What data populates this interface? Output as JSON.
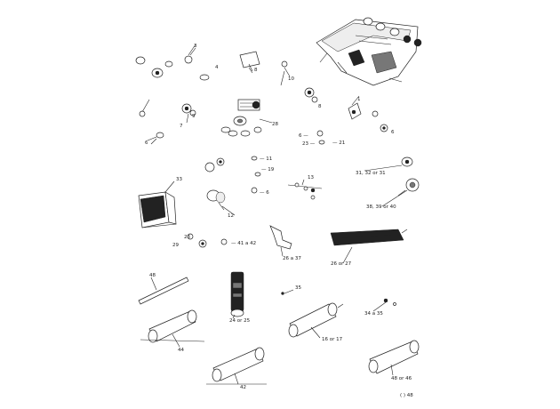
{
  "diagram": {
    "callouts": [
      {
        "id": "c3",
        "text": "3"
      },
      {
        "id": "c4",
        "text": "4"
      },
      {
        "id": "c8a",
        "text": "8"
      },
      {
        "id": "c10",
        "text": "10"
      },
      {
        "id": "c8b",
        "text": "8"
      },
      {
        "id": "c7",
        "text": "7"
      },
      {
        "id": "c9",
        "text": "9"
      },
      {
        "id": "c1",
        "text": "1"
      },
      {
        "id": "c6a",
        "text": "6"
      },
      {
        "id": "c28",
        "text": "28"
      },
      {
        "id": "c6b",
        "text": "6"
      },
      {
        "id": "c6c",
        "text": "6 —"
      },
      {
        "id": "c23",
        "text": "23 —"
      },
      {
        "id": "c21",
        "text": "— 21"
      },
      {
        "id": "c11",
        "text": "— 11"
      },
      {
        "id": "c19",
        "text": "— 19"
      },
      {
        "id": "c6d",
        "text": "— 6"
      },
      {
        "id": "c13",
        "text": "13"
      },
      {
        "id": "c3132",
        "text": "31, 32 or 31"
      },
      {
        "id": "c33",
        "text": "33"
      },
      {
        "id": "c12",
        "text": "12"
      },
      {
        "id": "c383940",
        "text": "38, 39 or 40"
      },
      {
        "id": "c2324",
        "text": "23"
      },
      {
        "id": "c29",
        "text": "29"
      },
      {
        "id": "c4142",
        "text": "— 41 a 42"
      },
      {
        "id": "c2627",
        "text": "26 or 27"
      },
      {
        "id": "c2637",
        "text": "26 a 37"
      },
      {
        "id": "c48",
        "text": "48"
      },
      {
        "id": "c35",
        "text": "35"
      },
      {
        "id": "c2425",
        "text": "24 or 25"
      },
      {
        "id": "c3435",
        "text": "34 a 35"
      },
      {
        "id": "c1617",
        "text": "16 or 17"
      },
      {
        "id": "c44",
        "text": "44"
      },
      {
        "id": "c4546",
        "text": "48 or 46"
      },
      {
        "id": "c42",
        "text": "42"
      }
    ],
    "figure_code": "( ) 48"
  }
}
